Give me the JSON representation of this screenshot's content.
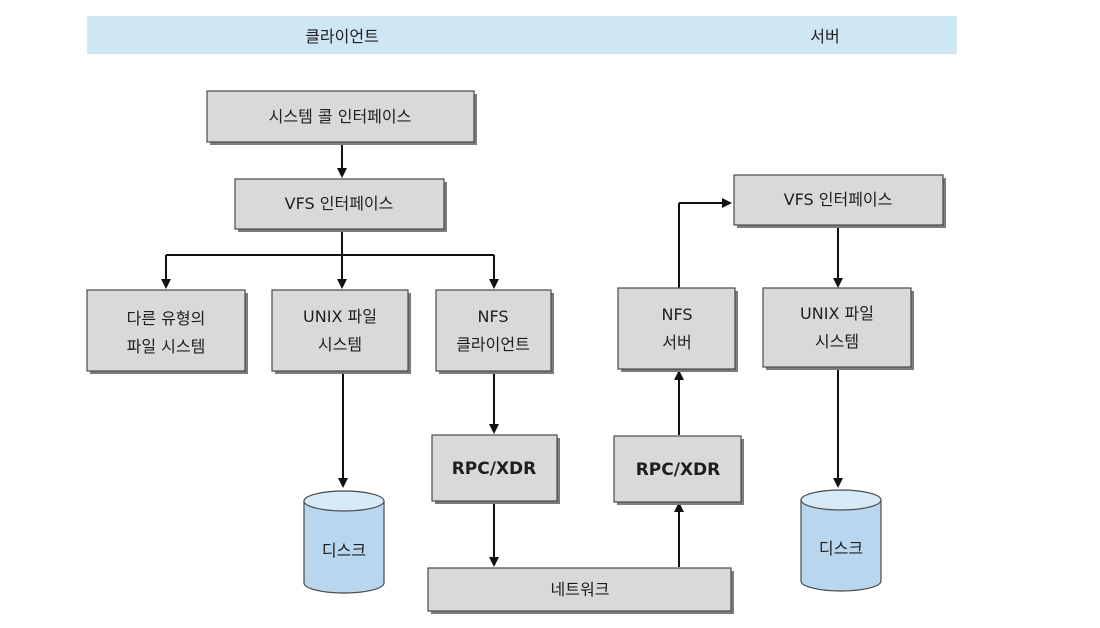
{
  "header": {
    "client_label": "클라이언트",
    "server_label": "서버",
    "band_color": "#cfe6f5"
  },
  "client": {
    "syscall_interface": "시스템 콜 인터페이스",
    "vfs_interface": "VFS 인터페이스",
    "other_fs_line1": "다른 유형의",
    "other_fs_line2": "파일 시스템",
    "unix_fs_line1": "UNIX 파일",
    "unix_fs_line2": "시스템",
    "nfs_client_line1": "NFS",
    "nfs_client_line2": "클라이언트",
    "rpc_xdr": "RPC/XDR",
    "disk": "디스크"
  },
  "network": {
    "label": "네트워크"
  },
  "server": {
    "vfs_interface": "VFS 인터페이스",
    "nfs_server_line1": "NFS",
    "nfs_server_line2": "서버",
    "unix_fs_line1": "UNIX 파일",
    "unix_fs_line2": "시스템",
    "rpc_xdr": "RPC/XDR",
    "disk": "디스크"
  },
  "colors": {
    "box_fill": "#d9d9da",
    "disk_fill": "#b8d7ef",
    "arrow": "#111111"
  }
}
